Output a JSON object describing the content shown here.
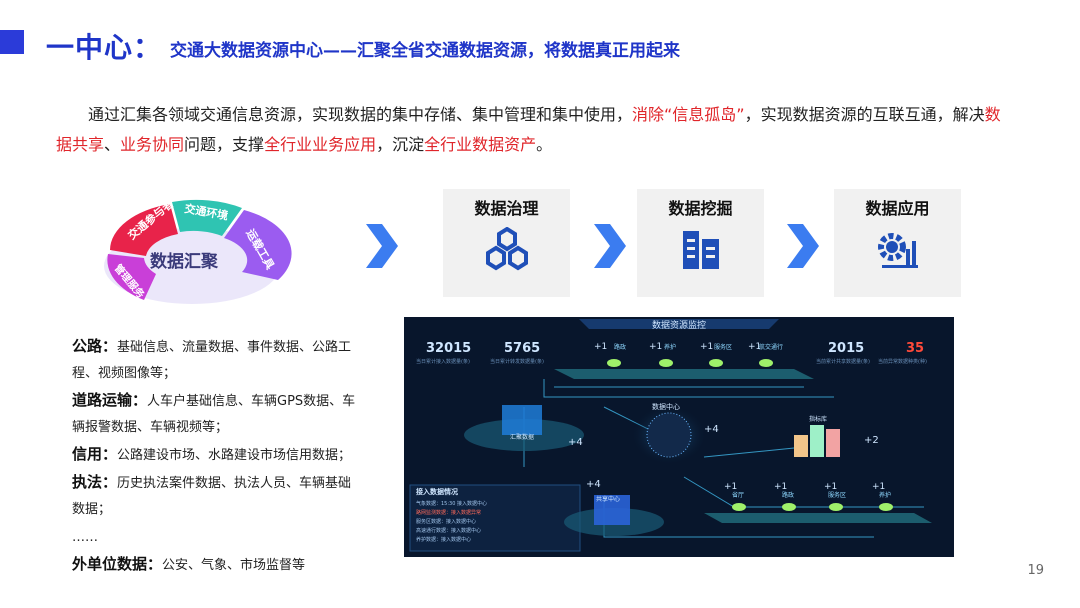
{
  "header": {
    "main": "一中心：",
    "sub": "交通大数据资源中心——汇聚全省交通数据资源，将数据真正用起来"
  },
  "intro": {
    "p1": "通过汇集各领域交通信息资源，实现数据的集中存储、集中管理和集中使用，",
    "r1": "消除“信息孤岛”",
    "p2": "，实现数据资源的互联互通，解决",
    "r2": "数据共享",
    "p3": "、",
    "r3": "业务协同",
    "p4": "问题，支撑",
    "r4": "全行业业务应用",
    "p5": "，沉淀",
    "r5": "全行业数据资产",
    "p6": "。"
  },
  "ring": {
    "center": "数据汇聚",
    "segments": [
      "交通参与者",
      "交通环境",
      "运载工具",
      "管理服务"
    ],
    "colors": [
      "#e8234a",
      "#2fc4b2",
      "#9b5cf0",
      "#c93fd8"
    ]
  },
  "cards": [
    {
      "label": "数据治理",
      "icon": "hexagon-cluster-icon"
    },
    {
      "label": "数据挖掘",
      "icon": "buildings-icon"
    },
    {
      "label": "数据应用",
      "icon": "gear-chart-icon"
    }
  ],
  "dashboard": {
    "title": "数据资源监控",
    "stats": [
      {
        "value": "32015",
        "caption": "当日累计接入数据量(条)"
      },
      {
        "value": "5765",
        "caption": "当日累计转发数据量(条)"
      },
      {
        "value": "2015",
        "caption": "当前累计共享数据量(条)"
      },
      {
        "value": "35",
        "caption": "当前异常数据种类(种)"
      }
    ],
    "top_nodes": [
      "路政",
      "养护",
      "服务区",
      "航交通行"
    ],
    "bottom_nodes": [
      "省厅",
      "路政",
      "服务区",
      "养护"
    ],
    "plus_one": "+1",
    "plus_four": "+4",
    "plus_two": "+2",
    "labels": {
      "center": "数据中心",
      "index": "指标库",
      "collect": "汇聚数据",
      "share": "共享中心"
    },
    "log_title": "接入数据情况",
    "log_lines": [
      "气象数据：15:30 接入数据中心",
      "路网监测数据：接入数据异常",
      "服务区数据：接入数据中心",
      "高速通行数据：接入数据中心",
      "养护数据：接入数据中心"
    ]
  },
  "list": [
    {
      "k": "公路：",
      "v": "基础信息、流量数据、事件数据、公路工程、视频图像等；"
    },
    {
      "k": "道路运输：",
      "v": "人车户基础信息、车辆GPS数据、车辆报警数据、车辆视频等；"
    },
    {
      "k": "信用：",
      "v": "公路建设市场、水路建设市场信用数据；"
    },
    {
      "k": "执法：",
      "v": "历史执法案件数据、执法人员、车辆基础数据；"
    },
    {
      "k": "",
      "v": "……"
    },
    {
      "k": "外单位数据：",
      "v": "公安、气象、市场监督等"
    }
  ],
  "page": "19"
}
